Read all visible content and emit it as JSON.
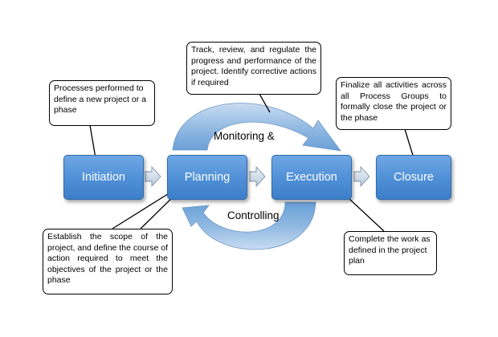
{
  "process_groups": {
    "initiation": "Initiation",
    "planning": "Planning",
    "execution": "Execution",
    "closure": "Closure"
  },
  "cycle_label": {
    "monitoring": "Monitoring &",
    "controlling": "Controlling"
  },
  "callouts": {
    "initiation": "Processes performed to define a new project or a phase",
    "monitoring": "Track, review, and regulate the progress and performance of the project. Identify corrective actions if required",
    "closure": "Finalize all activities across all Process Groups to formally close the project or the phase",
    "planning": "Establish the scope of the project, and define the course of action required to meet the objectives of the project or the phase",
    "execution": "Complete the work as defined in the project plan"
  },
  "colors": {
    "box_fill": "#4f8fd6",
    "box_border": "#2e6aa8",
    "cycle_arrow": "#8fb8e2",
    "connector_arrow": "#c8d6e6"
  }
}
